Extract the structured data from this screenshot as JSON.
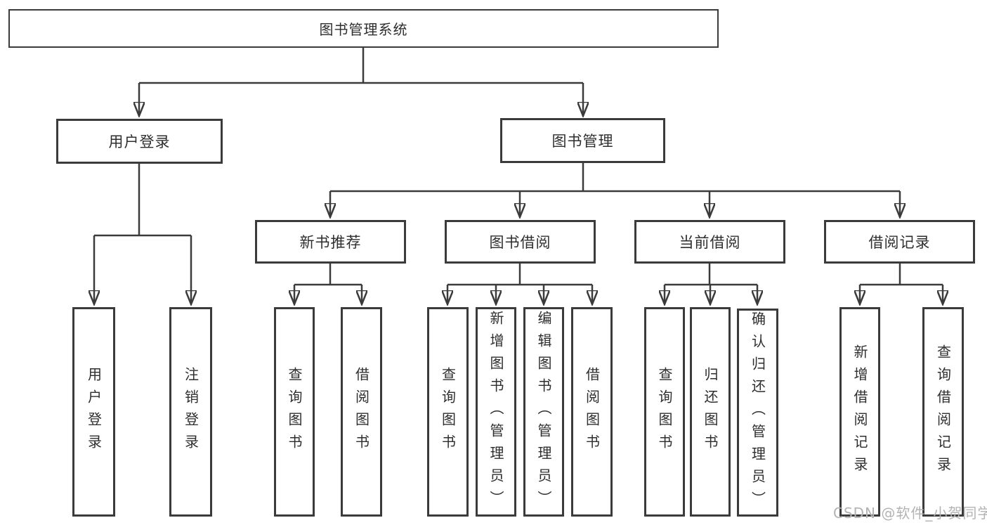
{
  "diagram": {
    "title_node": {
      "label": "图书管理系统"
    },
    "level2": [
      {
        "id": "user-login",
        "label": "用户登录"
      },
      {
        "id": "book-management",
        "label": "图书管理"
      }
    ],
    "level3": [
      {
        "id": "new-book-recommend",
        "label": "新书推荐"
      },
      {
        "id": "book-borrow",
        "label": "图书借阅"
      },
      {
        "id": "current-borrow",
        "label": "当前借阅"
      },
      {
        "id": "borrow-record",
        "label": "借阅记录"
      }
    ],
    "leaves": {
      "user_login": [
        {
          "label": "用户登录"
        },
        {
          "label": "注销登录"
        }
      ],
      "new_book": [
        {
          "label": "查询图书"
        },
        {
          "label": "借阅图书"
        }
      ],
      "book_borrow": [
        {
          "label": "查询图书"
        },
        {
          "label": "新增图书（管理员）"
        },
        {
          "label": "编辑图书（管理员）"
        },
        {
          "label": "借阅图书"
        }
      ],
      "current_borrow": [
        {
          "label": "查询图书"
        },
        {
          "label": "归还图书"
        },
        {
          "label": "确认归还（管理员）"
        }
      ],
      "borrow_record": [
        {
          "label": "新增借阅记录"
        },
        {
          "label": "查询借阅记录"
        }
      ]
    },
    "watermark": "CSDN @软件_小贺同学",
    "colors": {
      "border": "#3b3b3b",
      "text": "#2e2e2e",
      "watermark": "#b3b3b3",
      "background": "#ffffff"
    }
  }
}
